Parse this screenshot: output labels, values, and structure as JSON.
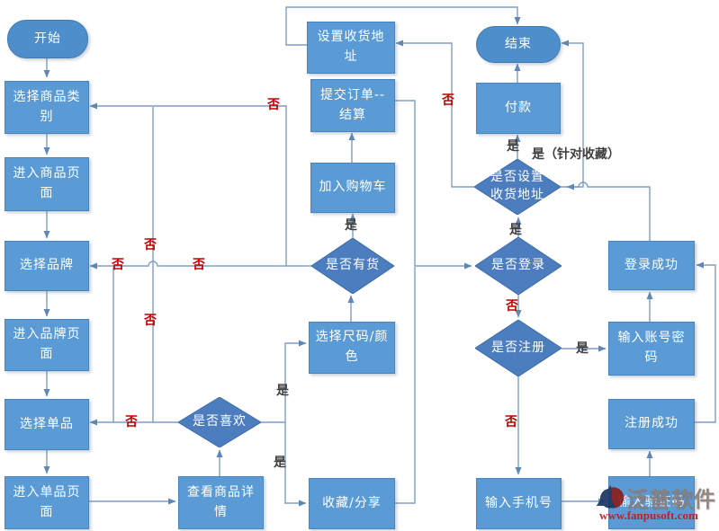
{
  "diagram": {
    "background": "#ffffff",
    "colors": {
      "process_fill": "#5B9BD5",
      "process_border": "#4A84BE",
      "decision_fill": "#4C7DBE",
      "decision_border": "#3E6CA8",
      "terminal_fill": "#4E8FCB",
      "terminal_border": "#3F7CB5",
      "connector": "#7E9EC4",
      "arrowhead": "#5D87BB",
      "no_label_color": "#C00000",
      "yes_label_color": "#3F3F3F",
      "node_text_color": "#FFFFFF"
    },
    "nodes": [
      {
        "id": "start",
        "type": "terminal",
        "label": "开始"
      },
      {
        "id": "select-category",
        "type": "process",
        "label": "选择商品类\n别"
      },
      {
        "id": "enter-product-page",
        "type": "process",
        "label": "进入商品页\n面"
      },
      {
        "id": "select-brand",
        "type": "process",
        "label": "选择品牌"
      },
      {
        "id": "enter-brand-page",
        "type": "process",
        "label": "进入品牌页\n面"
      },
      {
        "id": "select-item",
        "type": "process",
        "label": "选择单品"
      },
      {
        "id": "enter-item-page",
        "type": "process",
        "label": "进入单品页\n面"
      },
      {
        "id": "view-product-detail",
        "type": "process",
        "label": "查看商品详\n情"
      },
      {
        "id": "like-decision",
        "type": "decision",
        "label": "是否喜欢"
      },
      {
        "id": "favorite-share",
        "type": "process",
        "label": "收藏/分享"
      },
      {
        "id": "select-size-color",
        "type": "process",
        "label": "选择尺码/颜\n色"
      },
      {
        "id": "stock-decision",
        "type": "decision",
        "label": "是否有货"
      },
      {
        "id": "add-to-cart",
        "type": "process",
        "label": "加入购物车"
      },
      {
        "id": "submit-order",
        "type": "process",
        "label": "提交订单--\n结算"
      },
      {
        "id": "set-address",
        "type": "process",
        "label": "设置收货地\n址"
      },
      {
        "id": "end",
        "type": "terminal",
        "label": "结束"
      },
      {
        "id": "pay",
        "type": "process",
        "label": "付款"
      },
      {
        "id": "address-set-decision",
        "type": "decision",
        "label": "是否设置\n收货地址"
      },
      {
        "id": "login-decision",
        "type": "decision",
        "label": "是否登录"
      },
      {
        "id": "register-decision",
        "type": "decision",
        "label": "是否注册"
      },
      {
        "id": "enter-phone",
        "type": "process",
        "label": "输入手机号"
      },
      {
        "id": "login-success",
        "type": "process",
        "label": "登录成功"
      },
      {
        "id": "enter-account-password",
        "type": "process",
        "label": "输入账号密\n码"
      },
      {
        "id": "register-success",
        "type": "process",
        "label": "注册成功"
      },
      {
        "id": "enter-verification-code",
        "type": "process",
        "label": "输入验证码"
      }
    ],
    "edge_labels": [
      {
        "text": "否",
        "kind": "no"
      },
      {
        "text": "否",
        "kind": "no"
      },
      {
        "text": "否",
        "kind": "no"
      },
      {
        "text": "否",
        "kind": "no"
      },
      {
        "text": "否",
        "kind": "no"
      },
      {
        "text": "否",
        "kind": "no"
      },
      {
        "text": "否",
        "kind": "no"
      },
      {
        "text": "否",
        "kind": "no"
      },
      {
        "text": "否",
        "kind": "no"
      },
      {
        "text": "是",
        "kind": "yes"
      },
      {
        "text": "是",
        "kind": "yes"
      },
      {
        "text": "是",
        "kind": "yes"
      },
      {
        "text": "是",
        "kind": "yes"
      },
      {
        "text": "是",
        "kind": "yes"
      },
      {
        "text": "是",
        "kind": "yes"
      },
      {
        "text": "是（针对收藏）",
        "kind": "yes"
      }
    ],
    "watermark": {
      "brand": "泛普软件",
      "url": "www.fanpusoft.com"
    }
  }
}
